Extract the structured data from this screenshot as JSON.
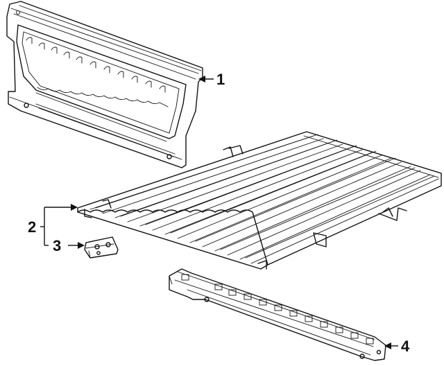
{
  "callouts": [
    {
      "id": "1",
      "label": "1",
      "part": "rear-panel"
    },
    {
      "id": "2",
      "label": "2",
      "part": "floor-panel"
    },
    {
      "id": "3",
      "label": "3",
      "part": "bracket"
    },
    {
      "id": "4",
      "label": "4",
      "part": "crossmember"
    }
  ]
}
